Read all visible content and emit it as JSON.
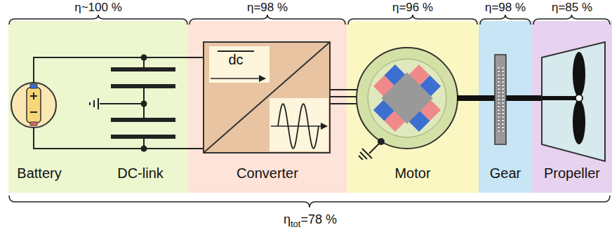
{
  "diagram": {
    "nodes": [
      {
        "text": [
          "Battery",
          "DC-link"
        ]
      },
      {
        "text": [
          "Converter"
        ]
      },
      {
        "text": [
          "dc"
        ],
        "in": 1
      },
      {
        "text": [
          "Motor"
        ]
      },
      {
        "text": [
          "Gear"
        ]
      },
      {
        "text": [
          "Propeller"
        ]
      }
    ],
    "labels": [
      "η~100 %",
      "η=98 %",
      "η=96 %",
      "η=98 %",
      "η=85 %",
      "η",
      "tot",
      "=78 %"
    ]
  }
}
